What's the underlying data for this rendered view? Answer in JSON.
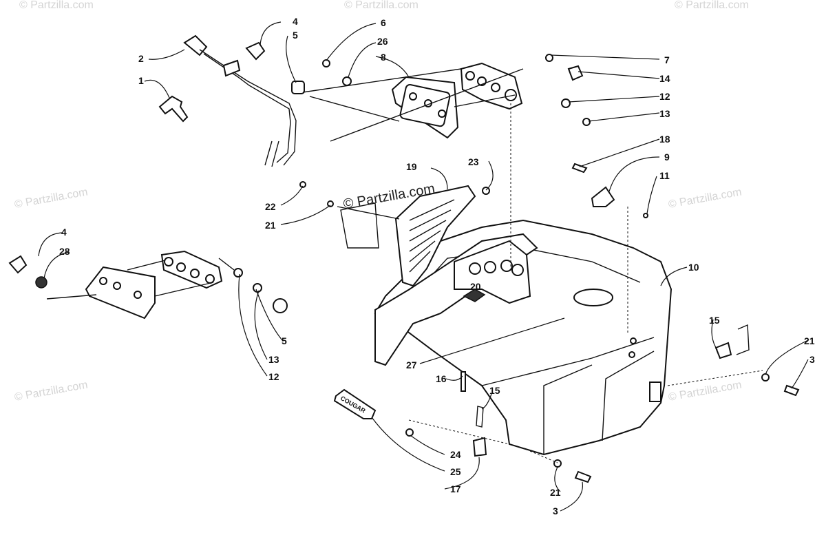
{
  "watermarks": {
    "small": "© Partzilla.com",
    "center": "© Partzilla.com"
  },
  "labels": {
    "n1": "1",
    "n2": "2",
    "n3a": "3",
    "n3b": "3",
    "n4a": "4",
    "n4b": "4",
    "n5a": "5",
    "n5b": "5",
    "n6": "6",
    "n7": "7",
    "n8": "8",
    "n9": "9",
    "n10": "10",
    "n11": "11",
    "n12a": "12",
    "n12b": "12",
    "n13a": "13",
    "n13b": "13",
    "n14": "14",
    "n15a": "15",
    "n15b": "15",
    "n16": "16",
    "n17": "17",
    "n18": "18",
    "n19": "19",
    "n20": "20",
    "n21a": "21",
    "n21b": "21",
    "n21c": "21",
    "n22": "22",
    "n23": "23",
    "n24": "24",
    "n25": "25",
    "n26": "26",
    "n27": "27",
    "n28": "28"
  },
  "decal_text": "COUGAR"
}
